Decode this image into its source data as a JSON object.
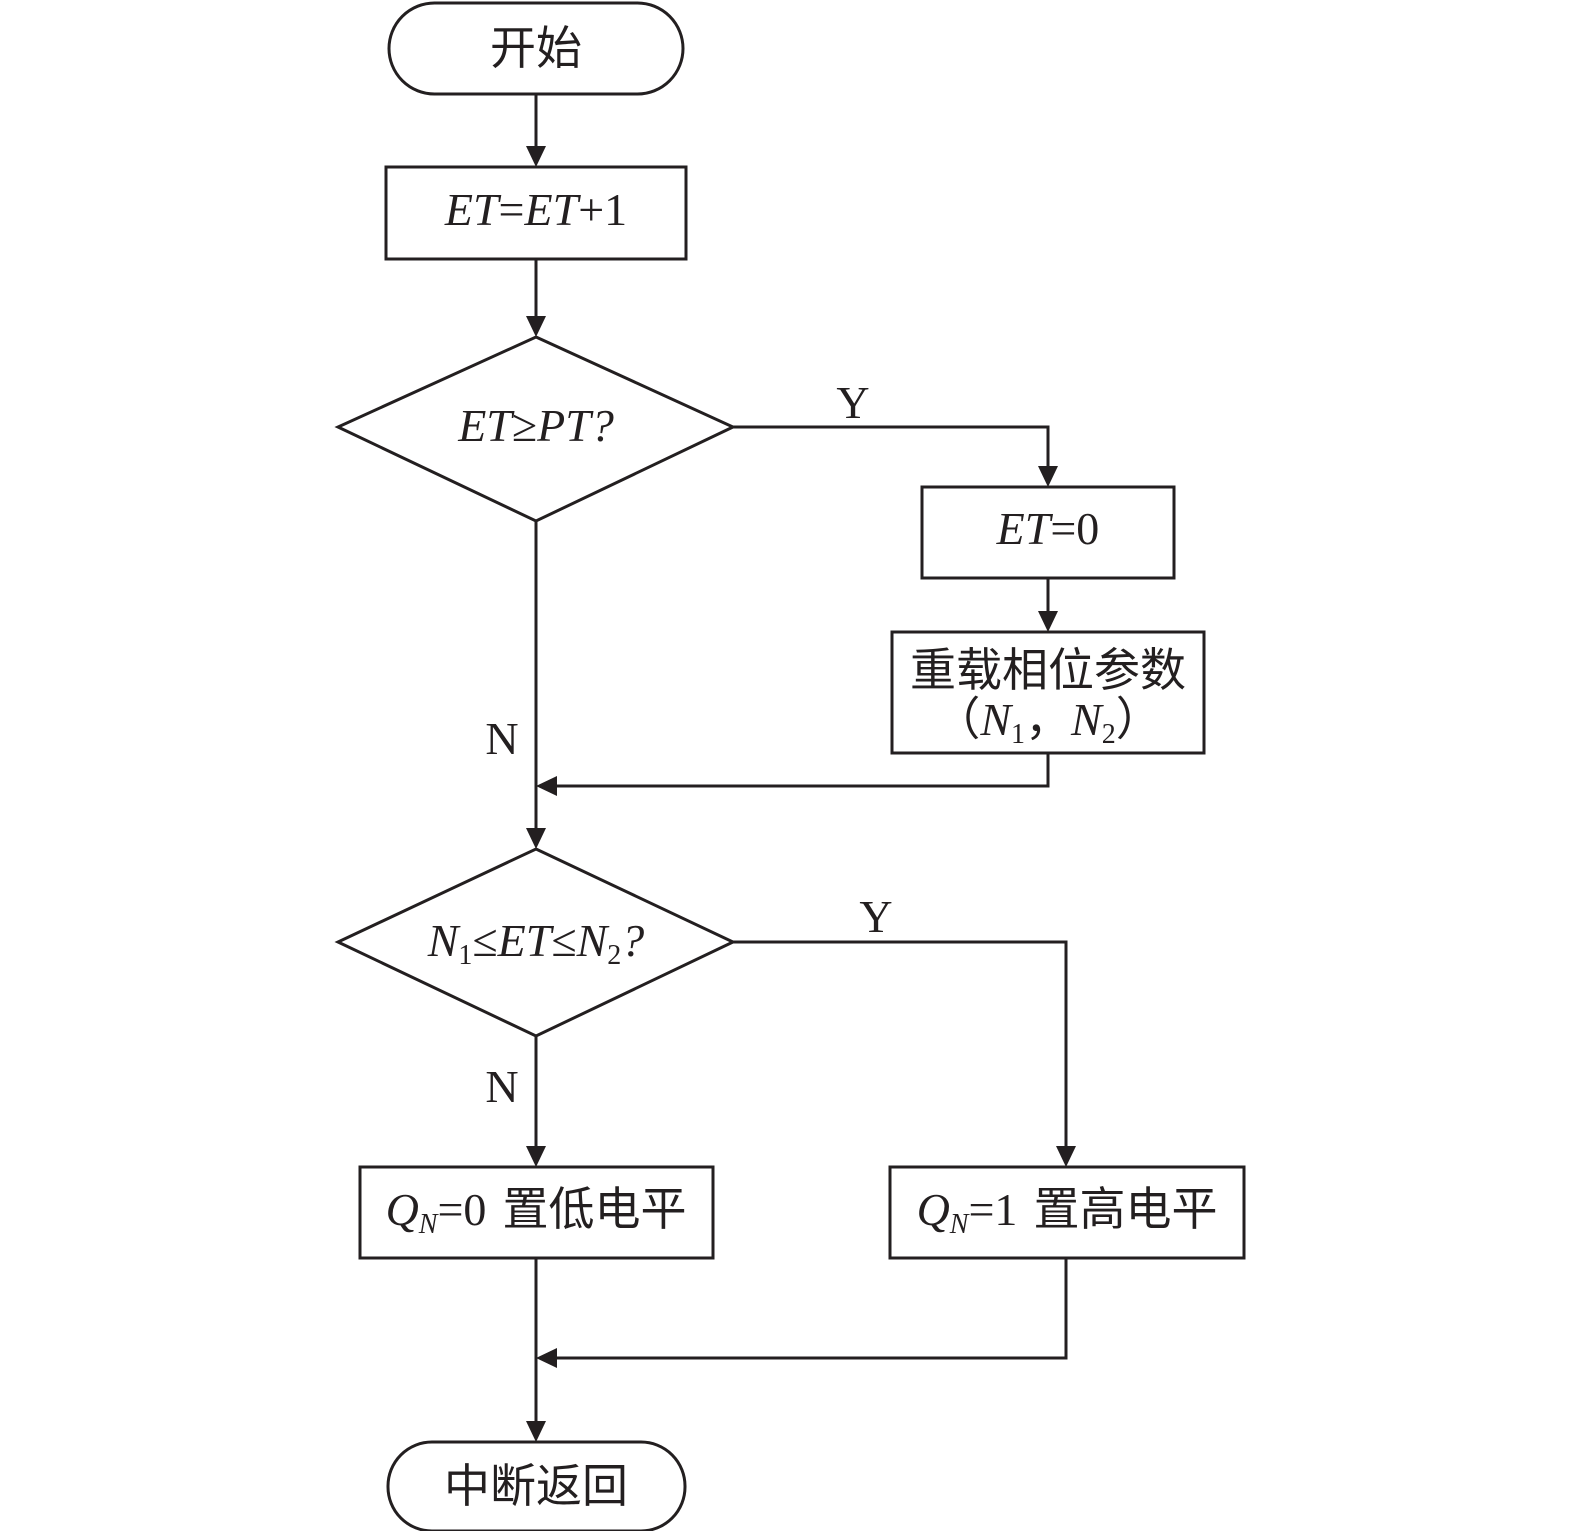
{
  "flowchart": {
    "start": {
      "label": "开始"
    },
    "increment": {
      "var": "ET",
      "eq": "=",
      "var2": "ET",
      "rest": "+1"
    },
    "decision1": {
      "a": "ET",
      "op": "≥",
      "b": "PT",
      "q": "?"
    },
    "reset": {
      "var": "ET",
      "rest": "=0"
    },
    "reload": {
      "line1": "重载相位参数",
      "open": "（",
      "n1": "N",
      "n1_sub": "1",
      "sep": "，",
      "n2": "N",
      "n2_sub": "2",
      "close": "）"
    },
    "decision2": {
      "n1": "N",
      "n1_sub": "1",
      "op1": "≤",
      "mid": "ET",
      "op2": "≤",
      "n2": "N",
      "n2_sub": "2",
      "q": "?"
    },
    "set_low": {
      "q": "Q",
      "q_sub": "N",
      "rest": "=0",
      "desc": "置低电平"
    },
    "set_high": {
      "q": "Q",
      "q_sub": "N",
      "rest": "=1",
      "desc": "置高电平"
    },
    "end": {
      "label": "中断返回"
    },
    "labels": {
      "yes": "Y",
      "no": "N"
    }
  }
}
